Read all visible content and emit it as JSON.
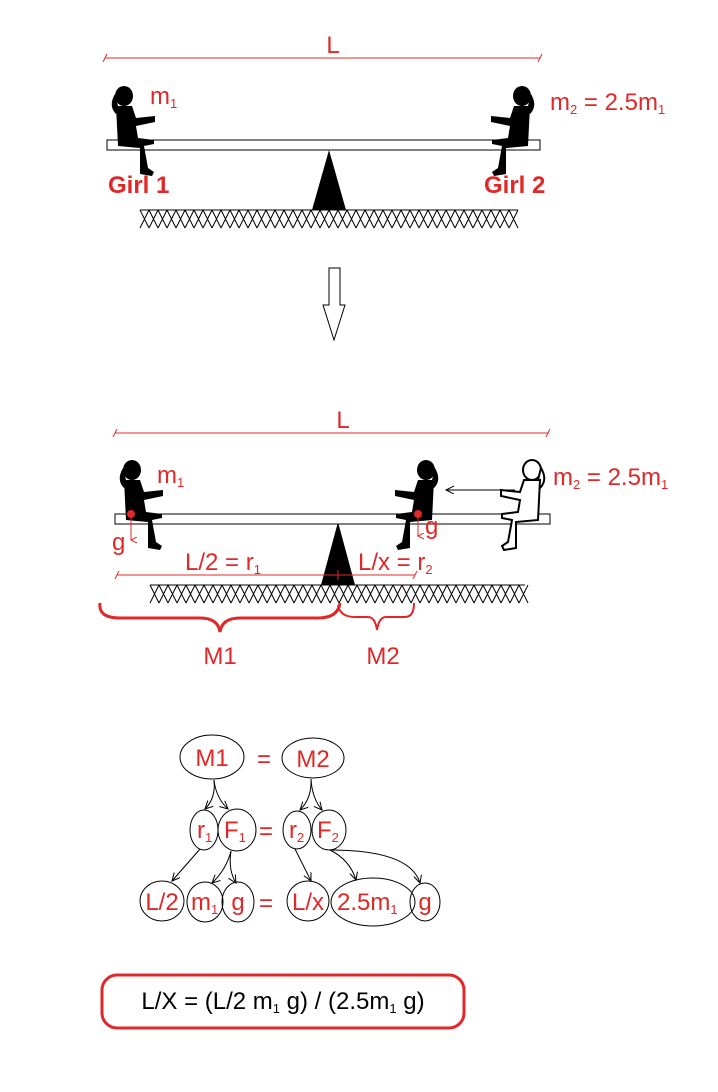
{
  "colors": {
    "annotation": "#e02828",
    "ink": "#000000"
  },
  "panel_before": {
    "length_label": "L",
    "girl1_mass": {
      "main": "m",
      "sub": "1"
    },
    "girl2_mass": {
      "main": "m",
      "sub": "2",
      "rest": " = 2.5m",
      "sub2": "1"
    },
    "girl1_label": "Girl 1",
    "girl2_label": "Girl 2"
  },
  "panel_after": {
    "length_label": "L",
    "girl1_mass": {
      "main": "m",
      "sub": "1"
    },
    "girl2_mass": {
      "main": "m",
      "sub": "2",
      "rest": " = 2.5m",
      "sub2": "1"
    },
    "gravity_left": "g",
    "gravity_right": "g",
    "r1_label": {
      "main": "L/2 = r",
      "sub": "1"
    },
    "r2_label": {
      "main": "L/x = r",
      "sub": "2"
    },
    "moment1": "M1",
    "moment2": "M2"
  },
  "tree": {
    "row1": {
      "left": "M1",
      "eq": "=",
      "right": "M2"
    },
    "row2": {
      "r1": {
        "main": "r",
        "sub": "1"
      },
      "F1": {
        "main": "F",
        "sub": "1"
      },
      "eq": "=",
      "r2": {
        "main": "r",
        "sub": "2"
      },
      "F2": {
        "main": "F",
        "sub": "2"
      }
    },
    "row3": {
      "l2": "L/2",
      "m1": {
        "main": "m",
        "sub": "1"
      },
      "g1": "g",
      "eq": "=",
      "lx": "L/x",
      "m2": {
        "main": "2.5m",
        "sub": "1"
      },
      "g2": "g"
    }
  },
  "result": {
    "p1": "L/X = (L/2 m",
    "s1": "1",
    "p2": " g) / (2.5m",
    "s2": "1",
    "p3": " g)"
  }
}
